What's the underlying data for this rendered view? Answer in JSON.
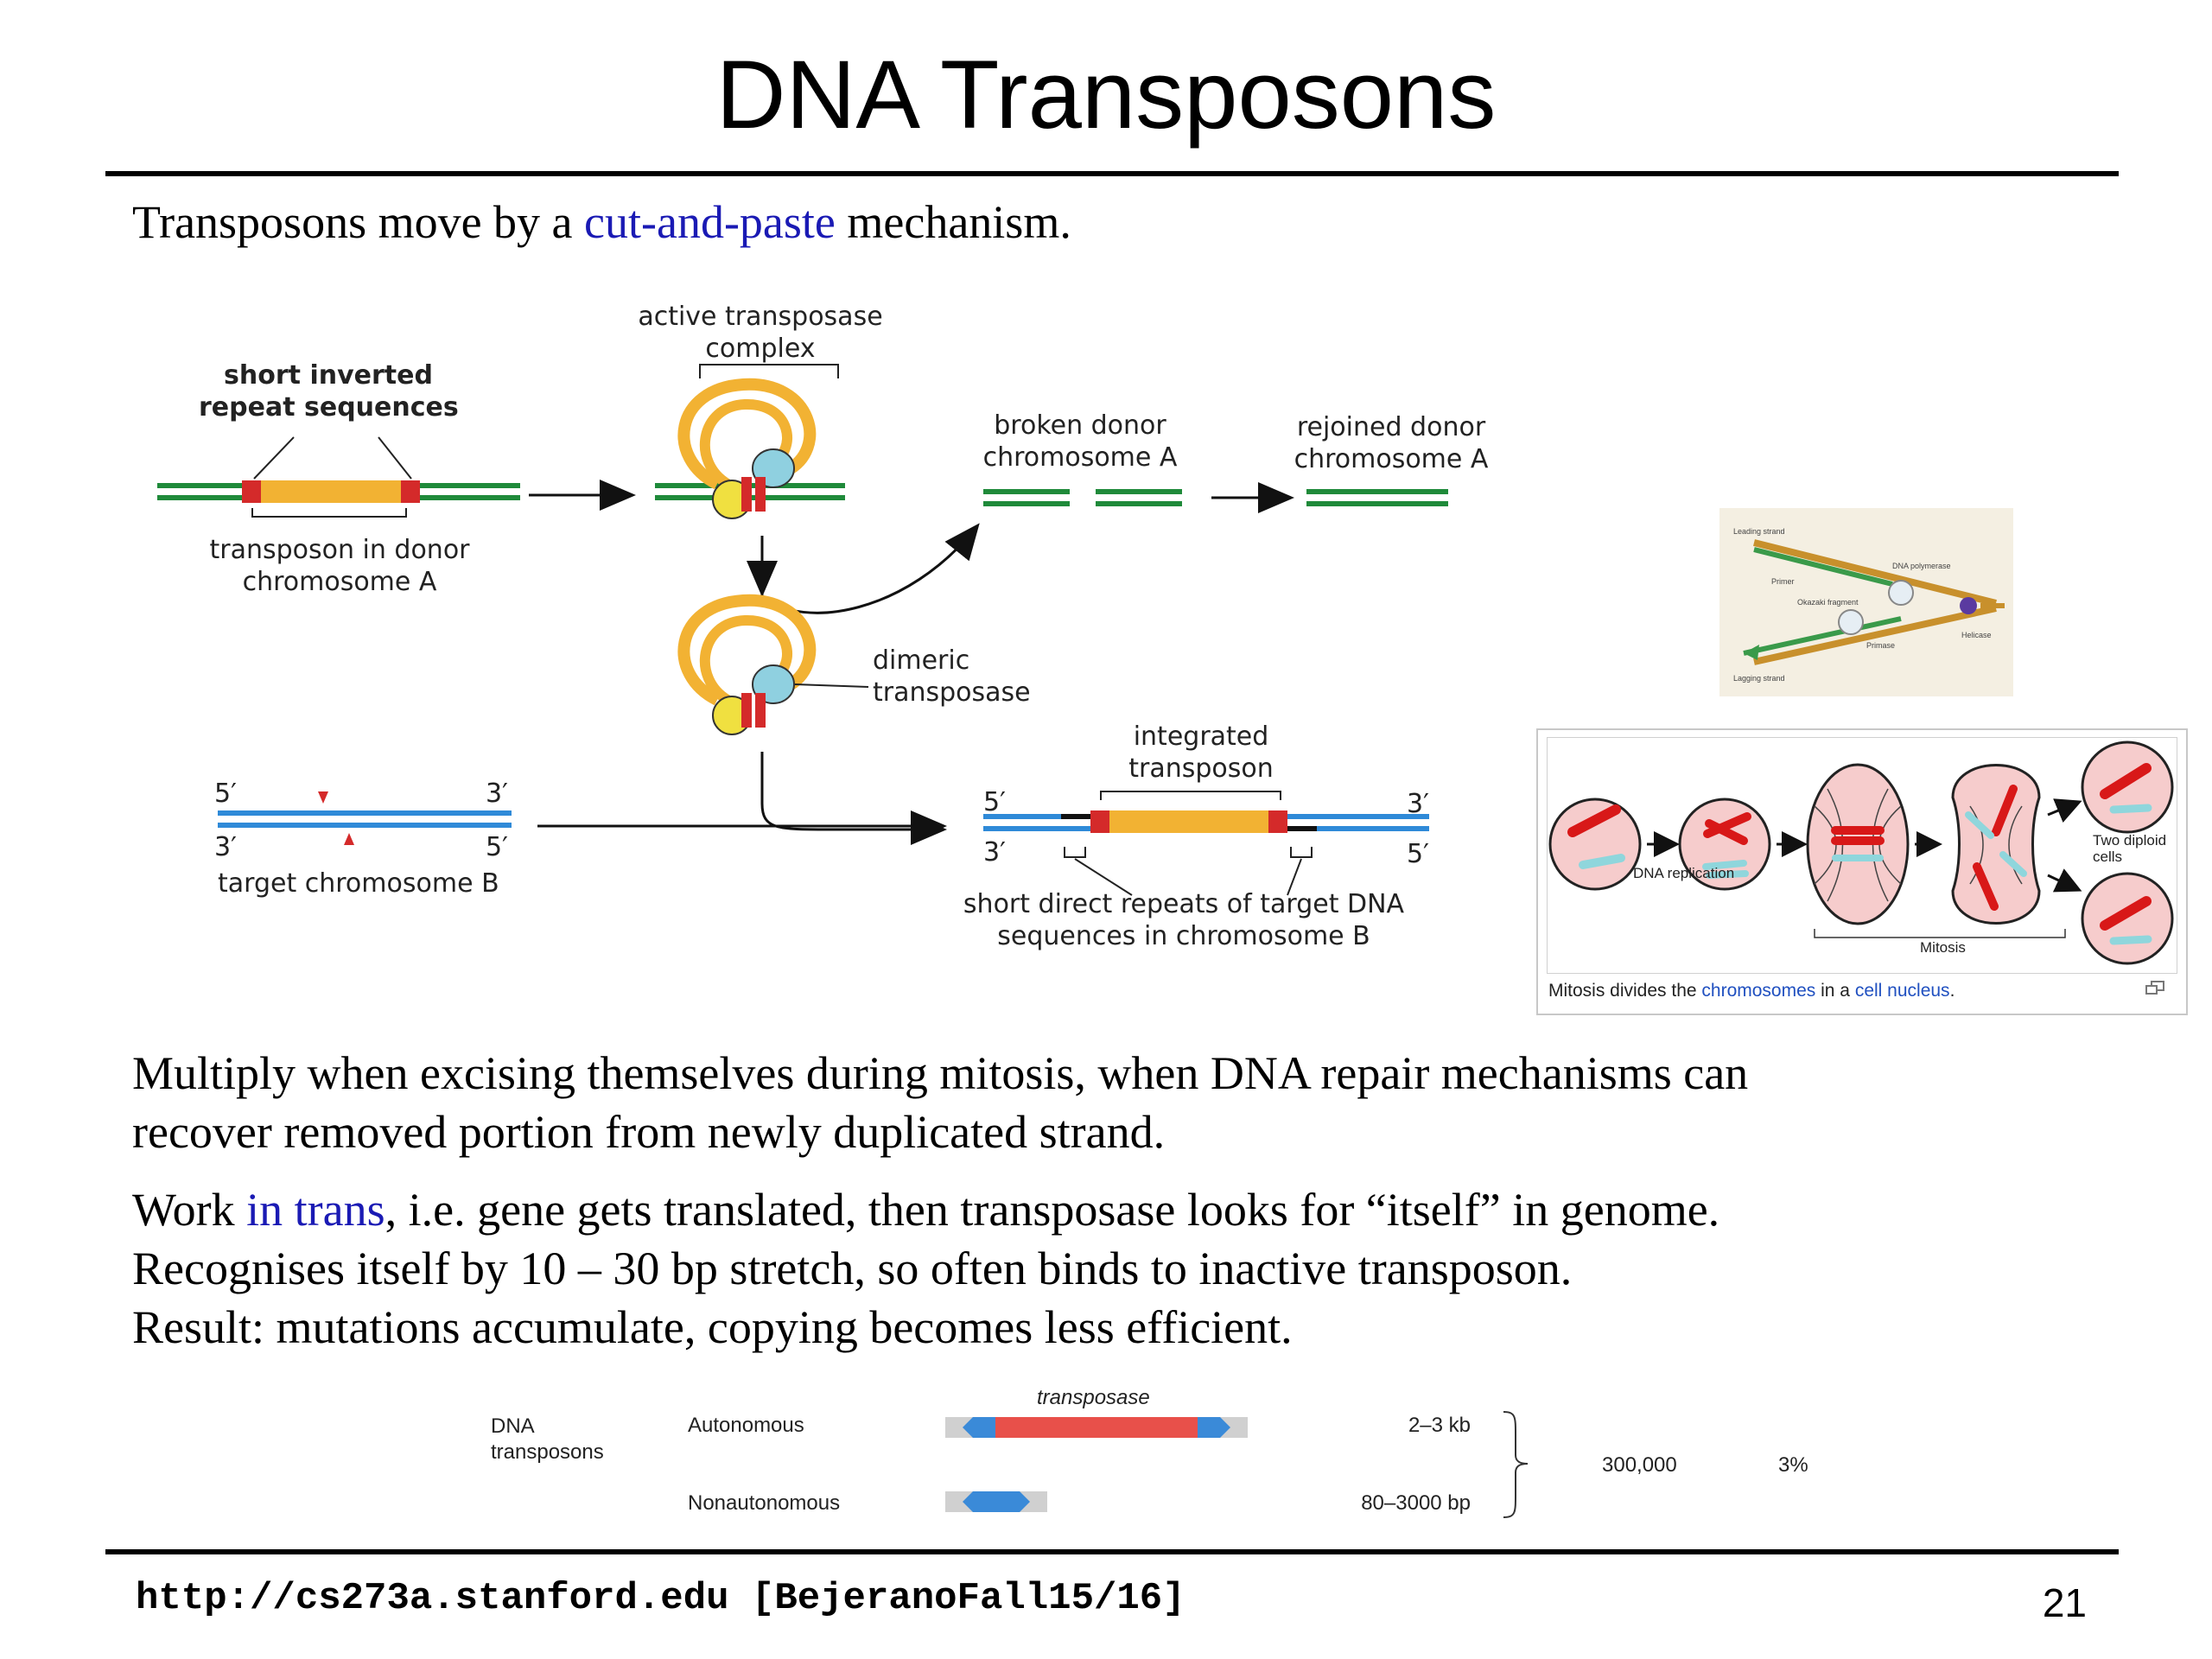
{
  "slide": {
    "title": "DNA Transposons",
    "intro": {
      "pre": "Transposons move by a ",
      "link": "cut-and-paste",
      "post": " mechanism."
    },
    "para1": [
      "Multiply when excising themselves during mitosis, when DNA repair mechanisms can",
      "recover removed portion from newly duplicated strand."
    ],
    "para2": {
      "l1_pre": "Work ",
      "l1_link": "in trans",
      "l1_post": ", i.e.  gene gets translated, then transposase looks for “itself” in genome.",
      "l2": "Recognises itself by 10 – 30 bp stretch, so often binds to inactive transposon.",
      "l3": "Result: mutations accumulate, copying becomes less efficient."
    },
    "footer_url": "http://cs273a.stanford.edu [BejeranoFall15/16]",
    "page_number": "21"
  },
  "diagram": {
    "short_inverted_1": "short inverted",
    "short_inverted_2": "repeat sequences",
    "transposon_donor_1": "transposon in donor",
    "transposon_donor_2": "chromosome A",
    "active_complex_1": "active transposase",
    "active_complex_2": "complex",
    "broken_donor_1": "broken donor",
    "broken_donor_2": "chromosome A",
    "rejoined_donor_1": "rejoined donor",
    "rejoined_donor_2": "chromosome A",
    "dimeric_1": "dimeric",
    "dimeric_2": "transposase",
    "integrated_1": "integrated",
    "integrated_2": "transposon",
    "target_label": "target chromosome B",
    "five_prime": "5′",
    "three_prime": "3′",
    "short_direct_1": "short direct repeats of target DNA",
    "short_direct_2": "sequences in chromosome B"
  },
  "replication_fork": {
    "labels": [
      "Leading strand",
      "DNA polymerase",
      "Primer",
      "Okazaki fragment",
      "Primase",
      "Helicase",
      "Lagging strand"
    ]
  },
  "mitosis_figure": {
    "dna_replication": "DNA replication",
    "mitosis": "Mitosis",
    "two_diploid_1": "Two diploid",
    "two_diploid_2": "cells",
    "caption_pre": "Mitosis divides the ",
    "caption_link1": "chromosomes",
    "caption_mid": " in a ",
    "caption_link2": "cell nucleus",
    "caption_end": "."
  },
  "table": {
    "class_1": "DNA",
    "class_2": "transposons",
    "rows": [
      {
        "type": "Autonomous",
        "size": "2–3 kb"
      },
      {
        "type": "Nonautonomous",
        "size": "80–3000 bp"
      }
    ],
    "bar_label": "transposase",
    "copies": "300,000",
    "percent": "3%"
  },
  "colors": {
    "green_strand": "#1f8a3a",
    "orange_transposon": "#f2b233",
    "red_repeat": "#d42a2a",
    "blue_strand": "#2f8ad8",
    "link_blue": "#1a1ab4"
  }
}
